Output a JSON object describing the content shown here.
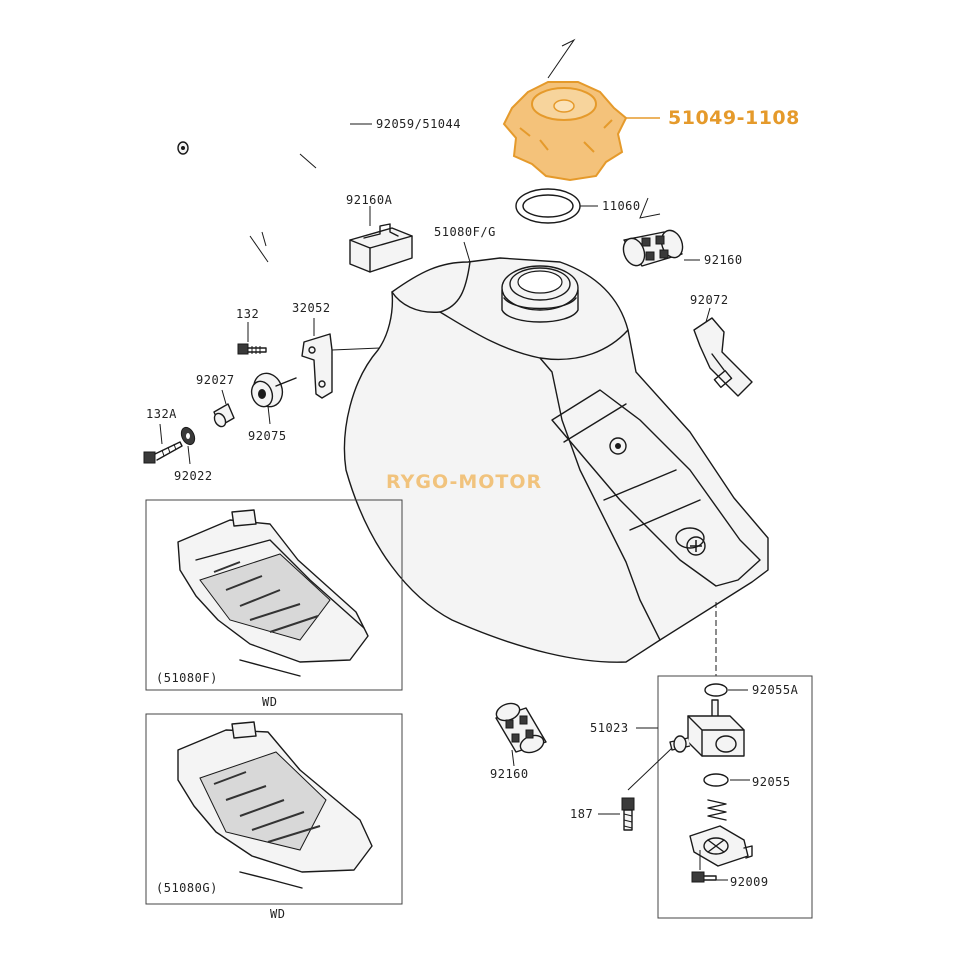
{
  "highlight": {
    "part_number": "51049-1108",
    "color": "#e59a2b"
  },
  "watermark": {
    "text": "RYGO-MOTOR",
    "color": "#f1c37d"
  },
  "labels": {
    "hose": "92059/51044",
    "bracket_a": "92160A",
    "tank": "51080F/G",
    "gasket": "11060",
    "filter_top": "92160",
    "strap": "92072",
    "bolt_132": "132",
    "bracket_32052": "32052",
    "collar": "92027",
    "damper": "92075",
    "bolt_132a": "132A",
    "washer": "92022",
    "filter_bottom": "92160",
    "cock_assy": "51023",
    "oring_a": "92055A",
    "oring": "92055",
    "screw_187": "187",
    "screw_92009": "92009"
  },
  "variants": [
    {
      "code": "(51080F)",
      "note": "WD"
    },
    {
      "code": "(51080G)",
      "note": "WD"
    }
  ]
}
